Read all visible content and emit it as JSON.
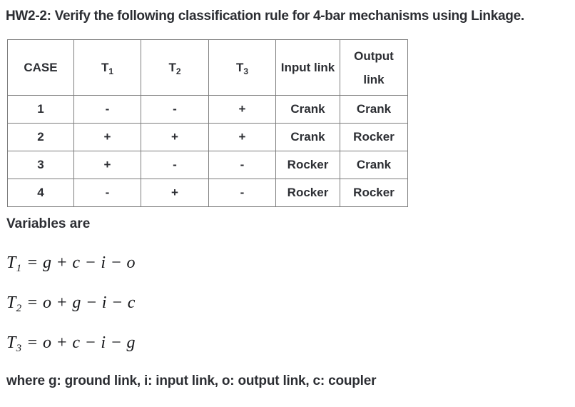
{
  "title": "HW2-2: Verify the following classification rule for 4-bar mechanisms using Linkage.",
  "table": {
    "headers": {
      "case": "CASE",
      "t1_base": "T",
      "t1_sub": "1",
      "t2_base": "T",
      "t2_sub": "2",
      "t3_base": "T",
      "t3_sub": "3",
      "input": "Input link",
      "output_line1": "Output",
      "output_line2": "link"
    },
    "rows": [
      {
        "case": "1",
        "t1": "-",
        "t2": "-",
        "t3": "+",
        "input": "Crank",
        "output": "Crank"
      },
      {
        "case": "2",
        "t1": "+",
        "t2": "+",
        "t3": "+",
        "input": "Crank",
        "output": "Rocker"
      },
      {
        "case": "3",
        "t1": "+",
        "t2": "-",
        "t3": "-",
        "input": "Rocker",
        "output": "Crank"
      },
      {
        "case": "4",
        "t1": "-",
        "t2": "+",
        "t3": "-",
        "input": "Rocker",
        "output": "Rocker"
      }
    ]
  },
  "variables_label": "Variables are",
  "equations": [
    {
      "base": "T",
      "sub": "1",
      "rhs": "= g + c − i − o"
    },
    {
      "base": "T",
      "sub": "2",
      "rhs": "= o + g − i − c"
    },
    {
      "base": "T",
      "sub": "3",
      "rhs": "= o + c − i − g"
    }
  ],
  "footnote": "where g: ground link, i: input link, o: output link, c: coupler",
  "colors": {
    "text": "#2c2e33",
    "border": "#7d7d7d",
    "math": "#141518"
  }
}
